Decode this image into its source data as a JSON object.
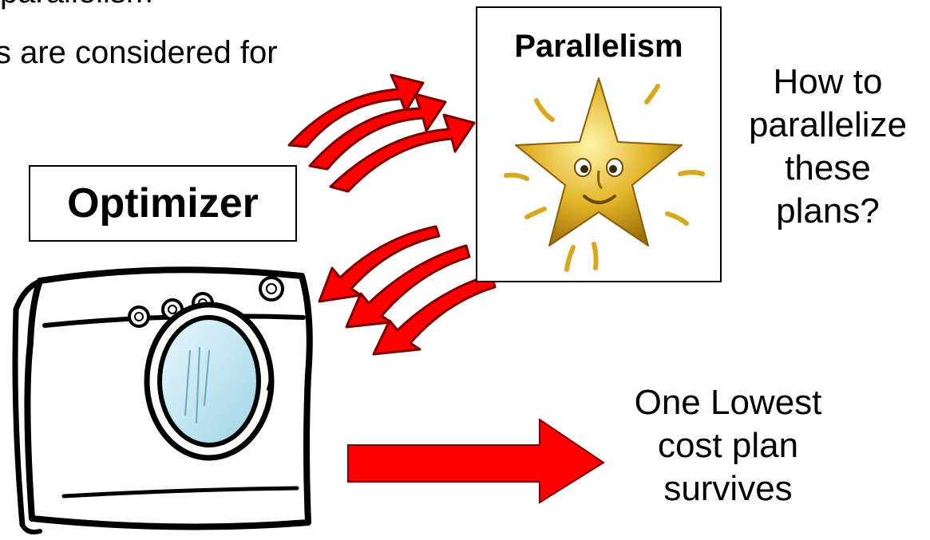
{
  "header": {
    "clipped_line": "parallelism",
    "intro_line": "s are considered for"
  },
  "optimizer": {
    "label": "Optimizer"
  },
  "parallelism": {
    "label": "Parallelism"
  },
  "question": {
    "lines": [
      "How to",
      "parallelize",
      "these",
      "plans?"
    ]
  },
  "result": {
    "lines": [
      "One Lowest",
      "cost plan",
      "survives"
    ]
  },
  "colors": {
    "arrow_fill": "#ff0000",
    "arrow_stroke": "#7a0000",
    "star": "#e0b020",
    "drum_glass": "#bfe6f2"
  },
  "icons": [
    "washing-machine-icon",
    "smiling-star-icon",
    "curved-arrow-icon",
    "block-arrow-icon"
  ]
}
